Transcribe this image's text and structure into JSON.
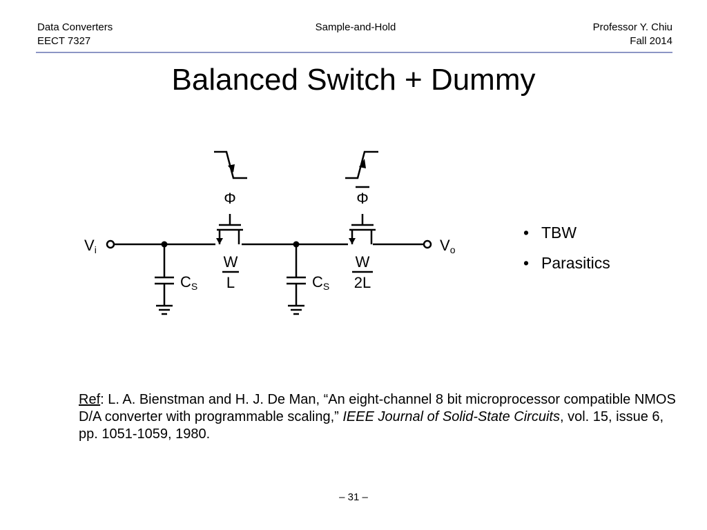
{
  "header": {
    "left_line1": "Data Converters",
    "left_line2": "EECT 7327",
    "center": "Sample-and-Hold",
    "right_line1": "Professor Y. Chiu",
    "right_line2": "Fall 2014"
  },
  "title": "Balanced Switch + Dummy",
  "circuit": {
    "input_label": "V",
    "input_sub": "i",
    "output_label": "V",
    "output_sub": "o",
    "switch_clock": "Φ",
    "dummy_clock": "Φ",
    "switch_size_top": "W",
    "switch_size_bottom": "L",
    "dummy_size_top": "W",
    "dummy_size_bottom": "2L",
    "cap_left_label": "C",
    "cap_left_sub": "S",
    "cap_right_label": "C",
    "cap_right_sub": "S"
  },
  "bullets": [
    "TBW",
    "Parasitics"
  ],
  "reference": {
    "ref_label": "Ref",
    "text_a": ":  L. A. Bienstman and H. J. De Man, “An eight-channel 8 bit microprocessor compatible NMOS D/A converter with programmable scaling,” ",
    "journal": "IEEE Journal of Solid-State Circuits",
    "text_b": ", vol. 15, issue 6, pp. 1051-1059, 1980."
  },
  "page_number": "– 31 –"
}
